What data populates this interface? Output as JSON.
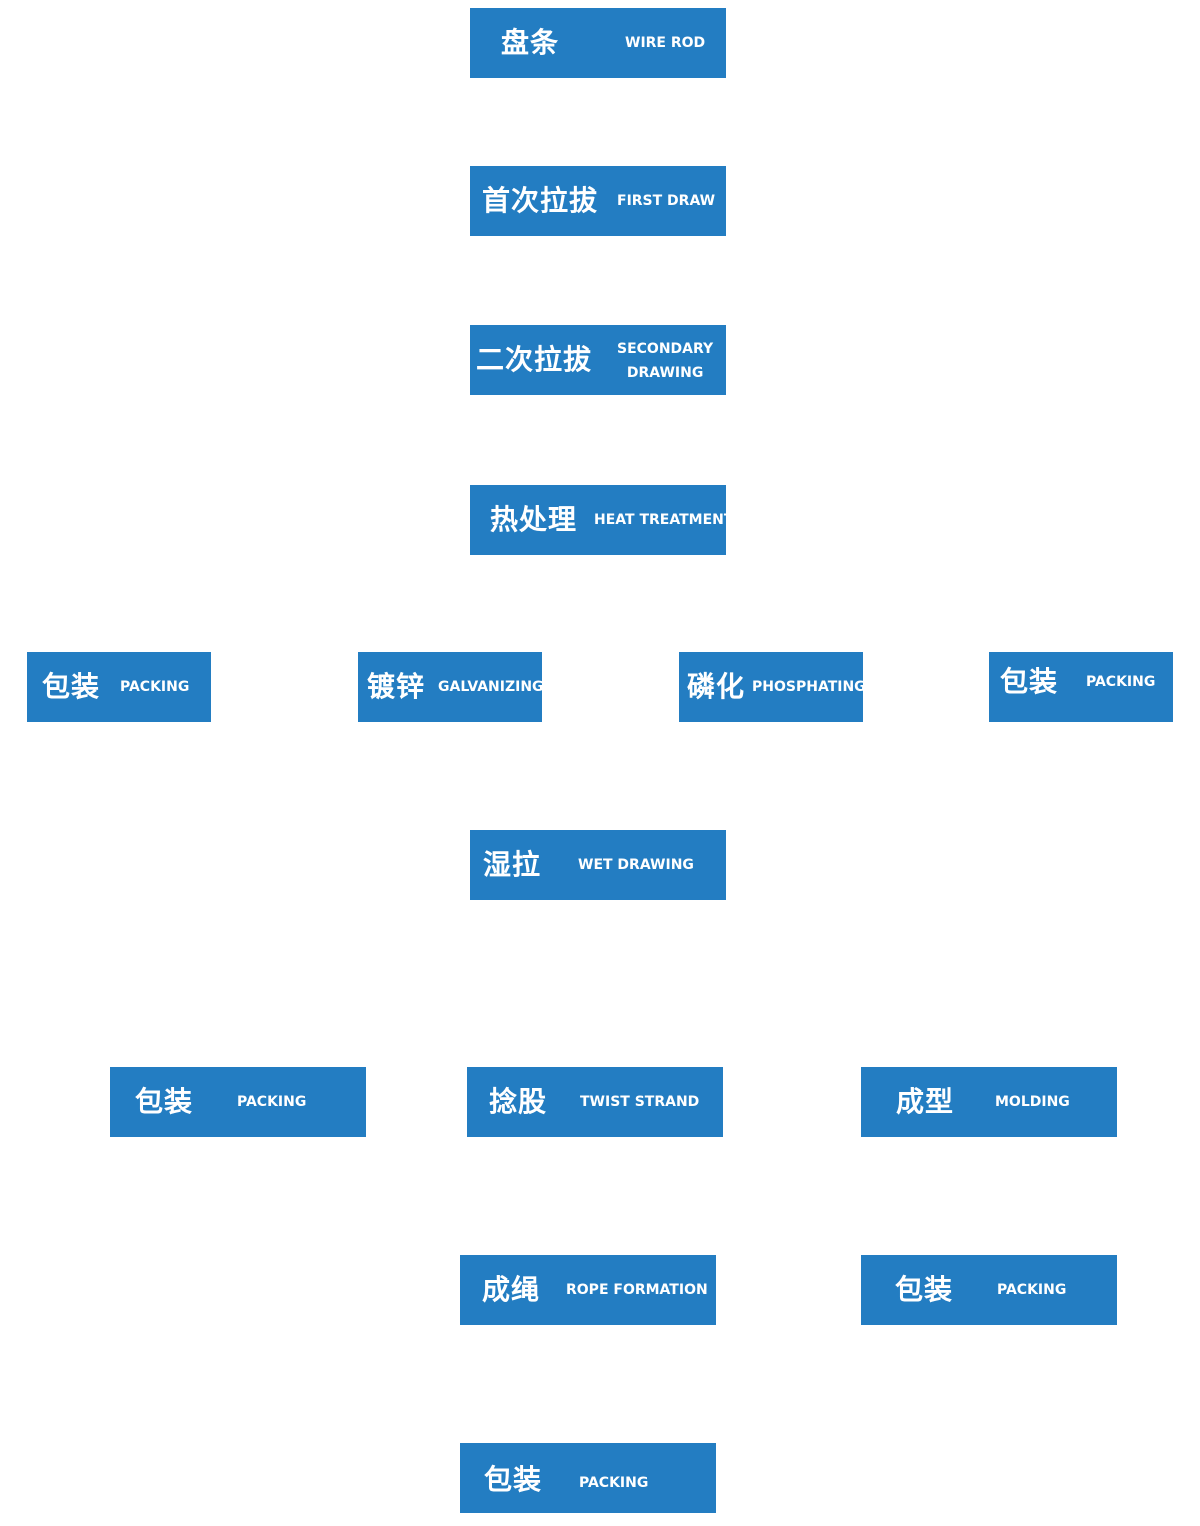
{
  "diagram": {
    "nodes": [
      {
        "zh": "盘条",
        "en": "WIRE ROD"
      },
      {
        "zh": "首次拉拔",
        "en": "FIRST DRAW"
      },
      {
        "zh": "二次拉拔",
        "en_line1": "SECONDARY",
        "en_line2": "DRAWING"
      },
      {
        "zh": "热处理",
        "en": "HEAT TREATMENT"
      },
      {
        "zh": "包装",
        "en": "PACKING"
      },
      {
        "zh": "镀锌",
        "en": "GALVANIZING"
      },
      {
        "zh": "磷化",
        "en": "PHOSPHATING"
      },
      {
        "zh": "包装",
        "en": "PACKING"
      },
      {
        "zh": "湿拉",
        "en": "WET DRAWING"
      },
      {
        "zh": "包装",
        "en": "PACKING"
      },
      {
        "zh": "捻股",
        "en": "TWIST STRAND"
      },
      {
        "zh": "成型",
        "en": "MOLDING"
      },
      {
        "zh": "成绳",
        "en": "ROPE FORMATION"
      },
      {
        "zh": "包装",
        "en": "PACKING"
      },
      {
        "zh": "包装",
        "en": "PACKING"
      }
    ],
    "colors": {
      "node_background": "#237dc2",
      "node_text": "#ffffff",
      "page_background": "#ffffff"
    }
  }
}
